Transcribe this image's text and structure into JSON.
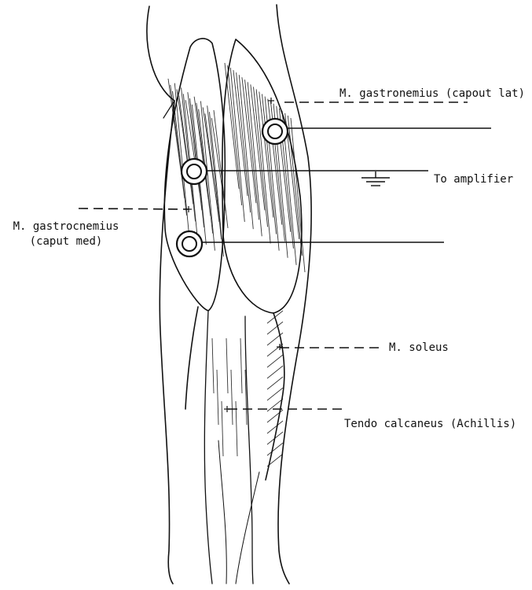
{
  "labels": {
    "gastro_lat": "M. gastronemius (capout lat)",
    "to_amplifier": "To amplifier",
    "gastro_med_line1": "M. gastrocnemius",
    "gastro_med_line2": "(caput med)",
    "soleus": "M. soleus",
    "tendo": "Tendo calcaneus (Achillis)"
  },
  "icons": {
    "electrode": "electrode-ring-icon",
    "ground": "ground-symbol-icon",
    "marker": "plus-marker-icon"
  },
  "colors": {
    "ink": "#111111",
    "background": "#ffffff"
  }
}
